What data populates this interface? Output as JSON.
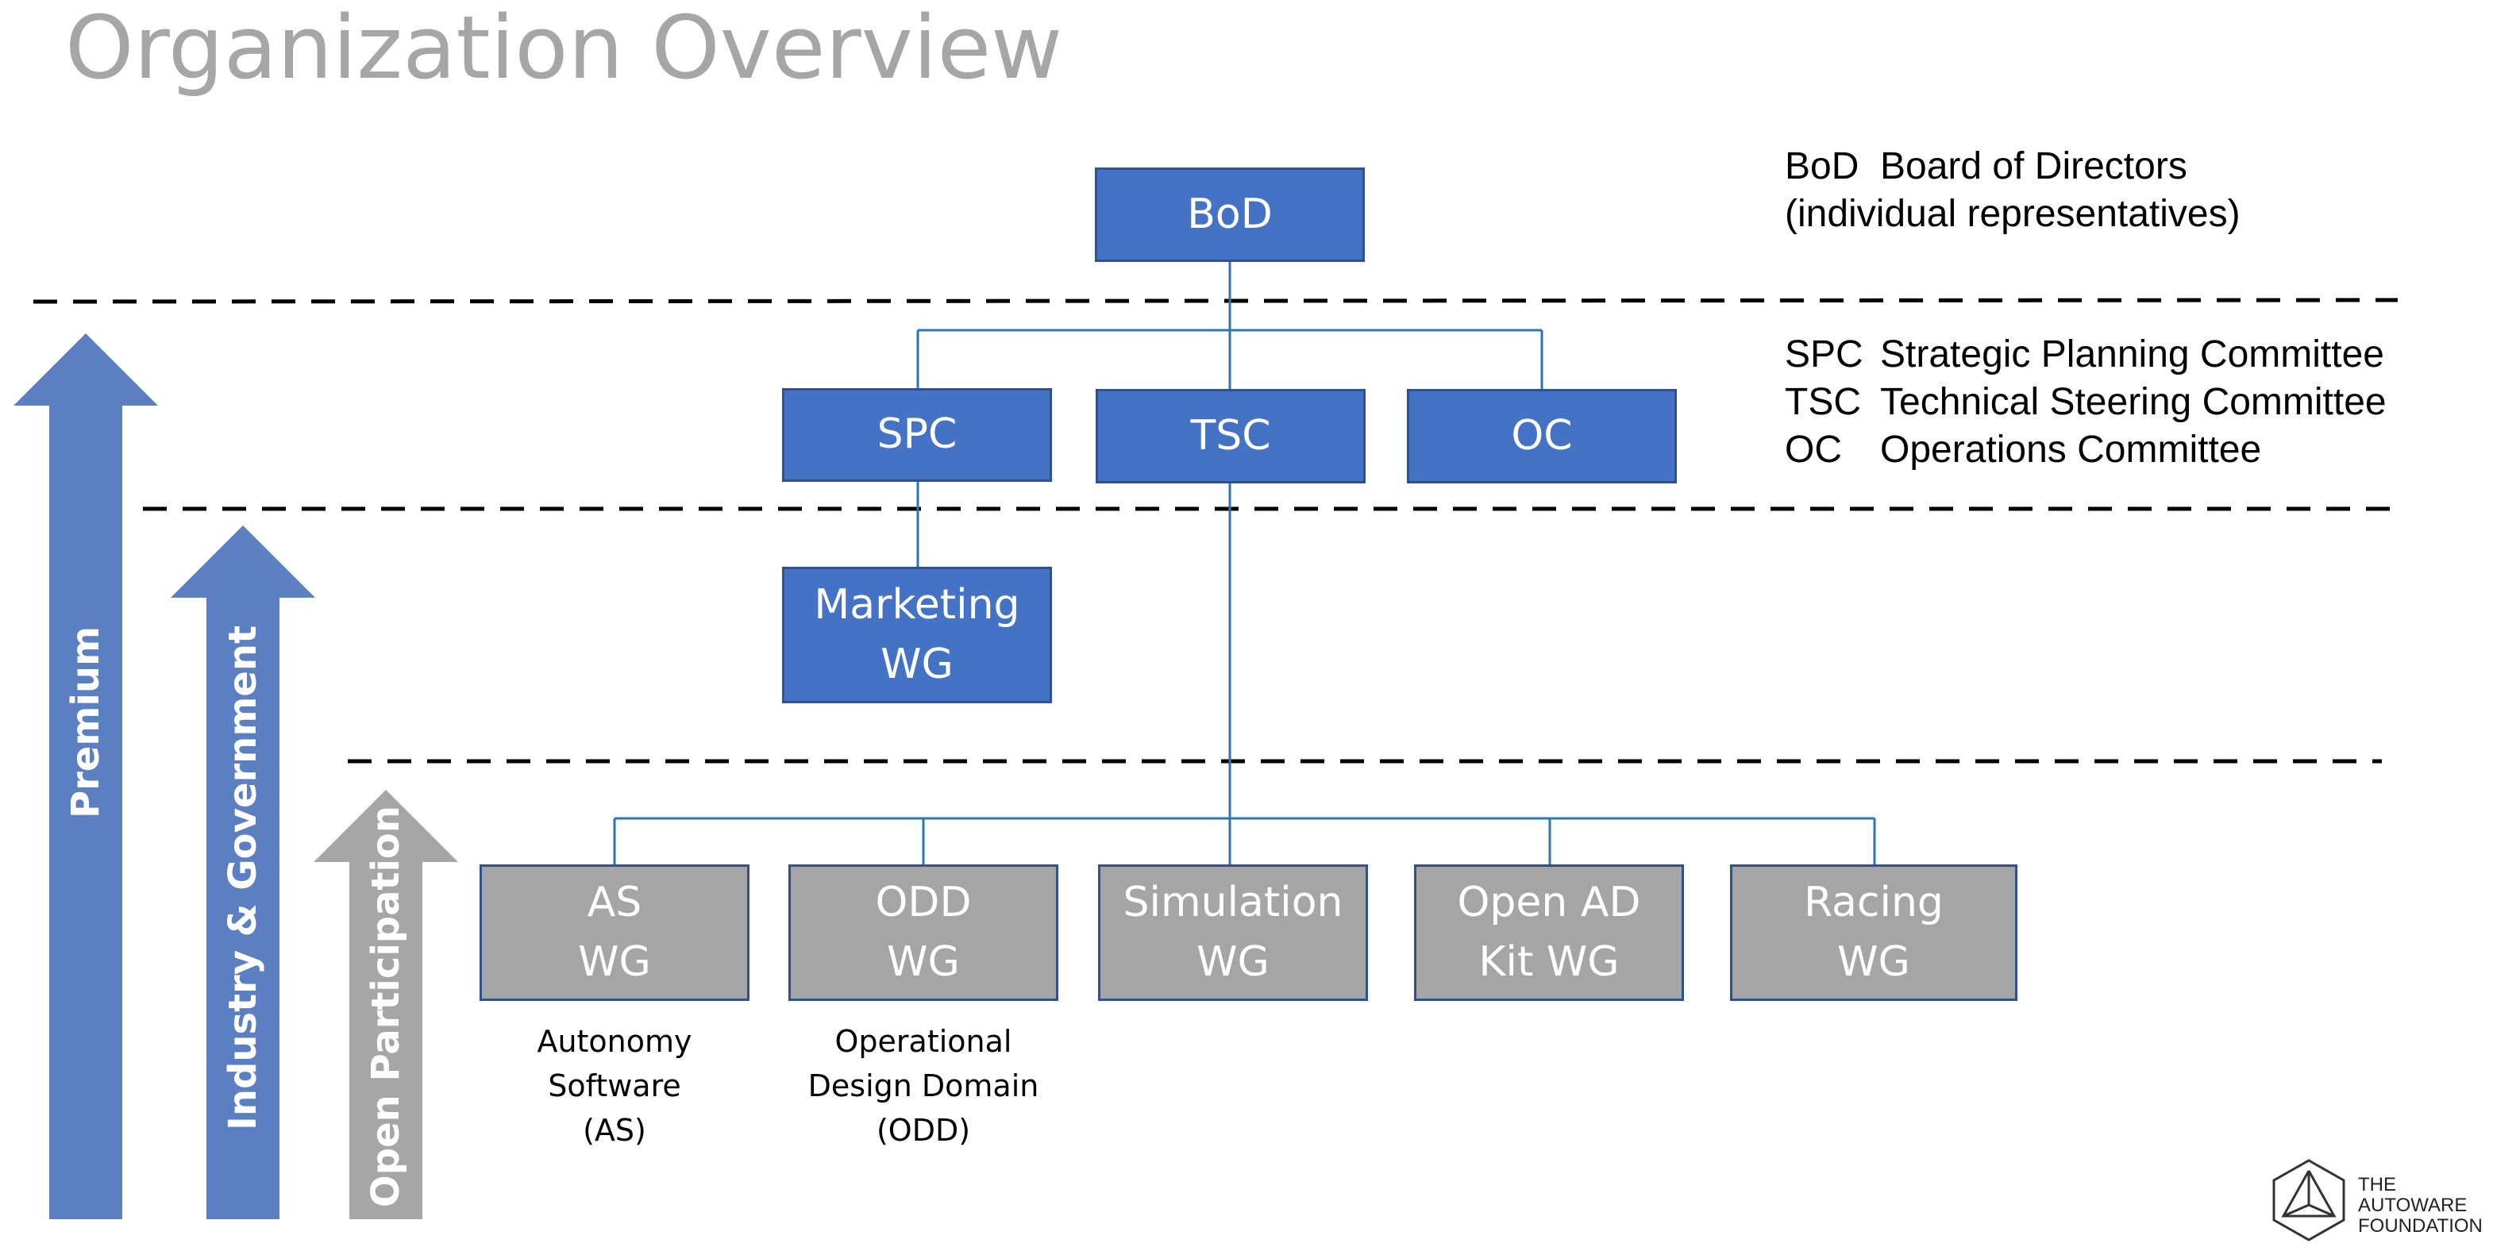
{
  "title": "Organization Overview",
  "tiers": [
    {
      "label": "Premium",
      "color": "#5b7fc0"
    },
    {
      "label": "Industry & Government",
      "color": "#5b7fc0"
    },
    {
      "label": "Open Participation",
      "color": "#a6a6a6"
    }
  ],
  "nodes": {
    "bod": {
      "lines": [
        "BoD"
      ]
    },
    "spc": {
      "lines": [
        "SPC"
      ]
    },
    "tsc": {
      "lines": [
        "TSC"
      ]
    },
    "oc": {
      "lines": [
        "OC"
      ]
    },
    "marketing": {
      "lines": [
        "Marketing",
        "WG"
      ]
    },
    "as": {
      "lines": [
        "AS",
        "WG"
      ]
    },
    "odd": {
      "lines": [
        "ODD",
        "WG"
      ]
    },
    "simulation": {
      "lines": [
        "Simulation",
        "WG"
      ]
    },
    "openad": {
      "lines": [
        "Open AD",
        "Kit WG"
      ]
    },
    "racing": {
      "lines": [
        "Racing",
        "WG"
      ]
    }
  },
  "legend_bod": [
    {
      "abbr": "BoD",
      "text": "Board of Directors"
    },
    {
      "abbr": "",
      "text": "(individual representatives)"
    }
  ],
  "legend_committees": [
    {
      "abbr": "SPC",
      "text": "Strategic Planning Committee"
    },
    {
      "abbr": "TSC",
      "text": "Technical Steering Committee"
    },
    {
      "abbr": "OC",
      "text": "Operations Committee"
    }
  ],
  "notes": {
    "as": [
      "Autonomy",
      "Software",
      "(AS)"
    ],
    "odd": [
      "Operational",
      "Design Domain",
      "(ODD)"
    ]
  },
  "logo": [
    "THE",
    "AUTOWARE",
    "FOUNDATION"
  ],
  "colors": {
    "box_blue": "#4472c4",
    "box_gray": "#a5a5a5",
    "box_border": "#2f528f",
    "connector": "#2e75b6",
    "title": "#a6a6a6"
  }
}
